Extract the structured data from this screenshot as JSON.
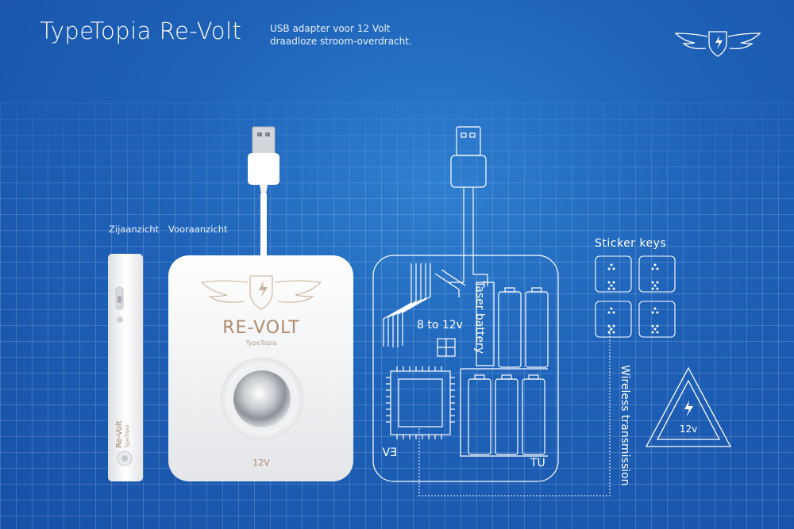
{
  "title": "TypeTopia Re-Volt",
  "subtitle": {
    "line1": "USB adapter voor 12 Volt",
    "line2": "draadloze stroom-overdracht."
  },
  "views": {
    "side_label": "Zijaanzicht",
    "front_label": "Vooraanzicht"
  },
  "device": {
    "brand": "RE-VOLT",
    "maker": "TypeTopia",
    "voltage": "12V",
    "side_brand": "Re-Volt",
    "side_maker": "TypeTopia"
  },
  "blueprint": {
    "voltage_range": "8 to 12v",
    "battery_label": "Taser battery",
    "chip_label": "EV",
    "corner_label": "TU",
    "wireless_label": "Wireless transmission",
    "sticker_title": "Sticker keys",
    "warning_voltage": "12v"
  },
  "icons": [
    "wing-shield-logo-icon",
    "lightning-bolt-icon",
    "warning-triangle-icon"
  ]
}
